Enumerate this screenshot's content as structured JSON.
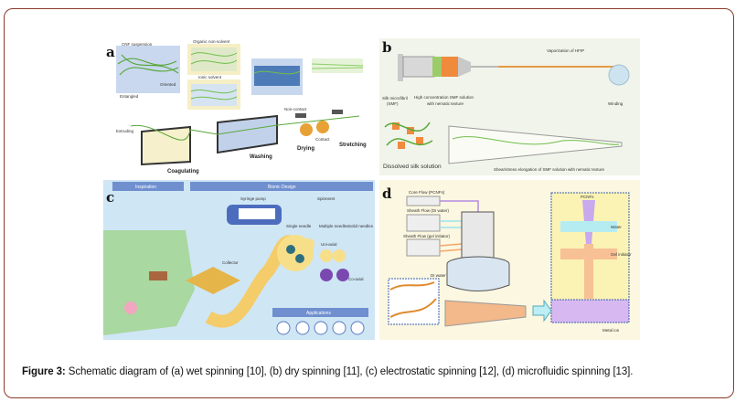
{
  "figure": {
    "panels": {
      "a": {
        "letter": "a",
        "labels": [
          "CNF suspension",
          "Entangled",
          "Oriented",
          "Organic non-solvent",
          "Ionic solvent",
          "Non-contact",
          "Contact",
          "Extruding",
          "Coagulating",
          "Washing",
          "Drying",
          "Stretching"
        ]
      },
      "b": {
        "letter": "b",
        "labels": [
          "Vaporization of HFIP",
          "High concentration SMF solution",
          "with nematic texture",
          "Silk microfibril",
          "(SMF)",
          "Winding",
          "Dissolved silk solution",
          "Shear/stress elongation of SMF solution with nematic texture"
        ]
      },
      "c": {
        "letter": "c",
        "labels": [
          "Inspiration",
          "Bionic Design",
          "Syringe pump",
          "Spinneret",
          "Single needle",
          "Multiple needles",
          "Solid needles",
          "Uni-axial",
          "Collector",
          "Co-axial",
          "Applications"
        ]
      },
      "d": {
        "letter": "d",
        "labels": [
          "Core Flow (PCNFs)",
          "Sheath Flow (DI water)",
          "Sheath Flow (gel initiator)",
          "DI water",
          "PCNFs",
          "Water",
          "Gel initiator",
          "Metal ion"
        ]
      }
    },
    "caption": {
      "label": "Figure 3:",
      "text": " Schematic diagram of (a) wet spinning [10], (b) dry spinning [11], (c) electrostatic spinning [12], (d) microfluidic spinning [13]."
    },
    "colors": {
      "frame_border": "#8a3a2a",
      "fiber_green": "#6fbf4a",
      "orange": "#f08a3c",
      "panel_c_bg": "#cfe6f5",
      "panel_d_bg": "#fbf7e0",
      "purple": "#b58be0"
    }
  }
}
